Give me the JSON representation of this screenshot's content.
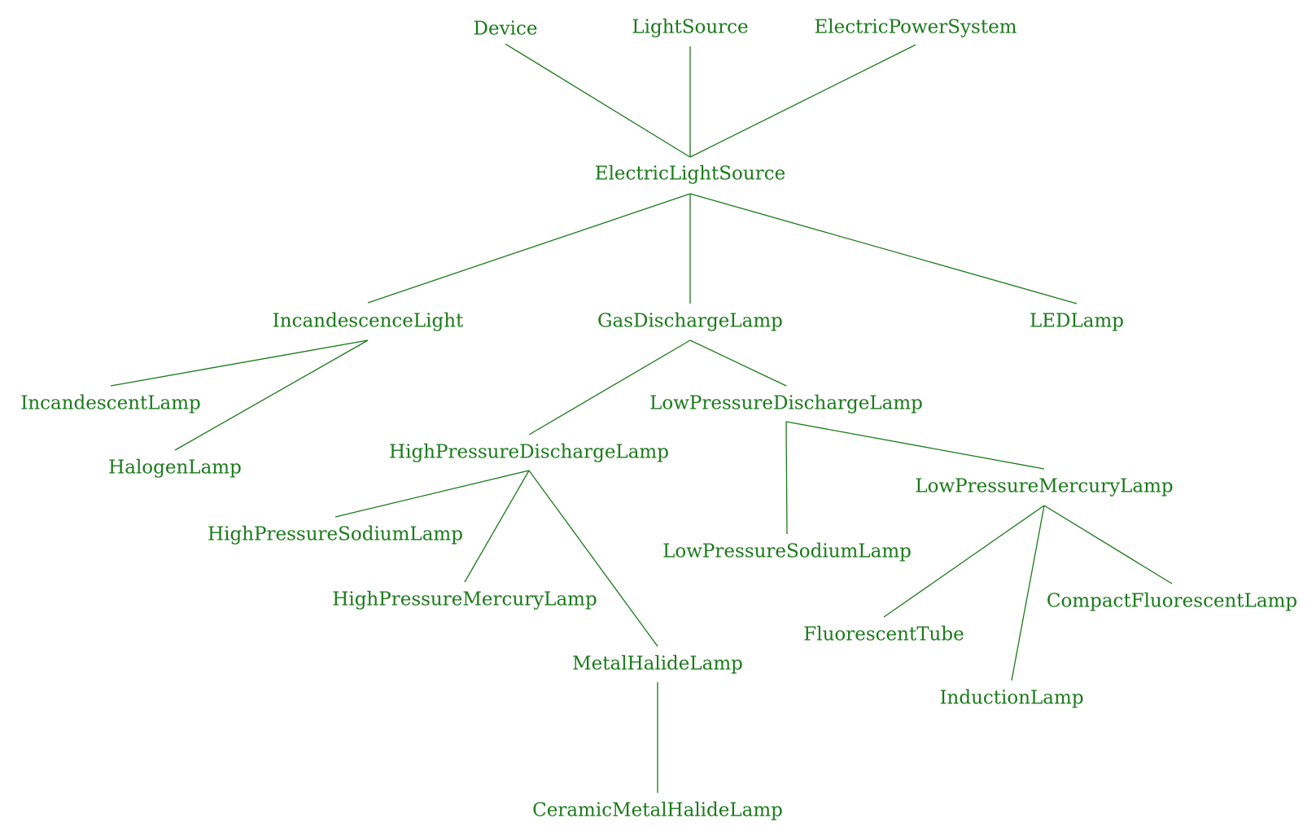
{
  "diagram": {
    "line_color": "#1a7a1a",
    "text_color": "#1a7a1a",
    "nodes": {
      "device": "Device",
      "light_source": "LightSource",
      "electric_power_system": "ElectricPowerSystem",
      "electric_light_source": "ElectricLightSource",
      "incandescence_light": "IncandescenceLight",
      "gas_discharge_lamp": "GasDischargeLamp",
      "led_lamp": "LEDLamp",
      "incandescent_lamp": "IncandescentLamp",
      "halogen_lamp": "HalogenLamp",
      "low_pressure_discharge_lamp": "LowPressureDischargeLamp",
      "high_pressure_discharge_lamp": "HighPressureDischargeLamp",
      "low_pressure_mercury_lamp": "LowPressureMercuryLamp",
      "high_pressure_sodium_lamp": "HighPressureSodiumLamp",
      "low_pressure_sodium_lamp": "LowPressureSodiumLamp",
      "high_pressure_mercury_lamp": "HighPressureMercuryLamp",
      "compact_fluorescent_lamp": "CompactFluorescentLamp",
      "fluorescent_tube": "FluorescentTube",
      "metal_halide_lamp": "MetalHalideLamp",
      "induction_lamp": "InductionLamp",
      "ceramic_metal_halide_lamp": "CeramicMetalHalideLamp"
    },
    "edges": [
      [
        "device",
        "electric_light_source"
      ],
      [
        "light_source",
        "electric_light_source"
      ],
      [
        "electric_power_system",
        "electric_light_source"
      ],
      [
        "electric_light_source",
        "incandescence_light"
      ],
      [
        "electric_light_source",
        "gas_discharge_lamp"
      ],
      [
        "electric_light_source",
        "led_lamp"
      ],
      [
        "incandescence_light",
        "incandescent_lamp"
      ],
      [
        "incandescence_light",
        "halogen_lamp"
      ],
      [
        "gas_discharge_lamp",
        "high_pressure_discharge_lamp"
      ],
      [
        "gas_discharge_lamp",
        "low_pressure_discharge_lamp"
      ],
      [
        "high_pressure_discharge_lamp",
        "high_pressure_sodium_lamp"
      ],
      [
        "high_pressure_discharge_lamp",
        "high_pressure_mercury_lamp"
      ],
      [
        "high_pressure_discharge_lamp",
        "metal_halide_lamp"
      ],
      [
        "metal_halide_lamp",
        "ceramic_metal_halide_lamp"
      ],
      [
        "low_pressure_discharge_lamp",
        "low_pressure_sodium_lamp"
      ],
      [
        "low_pressure_discharge_lamp",
        "low_pressure_mercury_lamp"
      ],
      [
        "low_pressure_mercury_lamp",
        "fluorescent_tube"
      ],
      [
        "low_pressure_mercury_lamp",
        "induction_lamp"
      ],
      [
        "low_pressure_mercury_lamp",
        "compact_fluorescent_lamp"
      ]
    ]
  }
}
